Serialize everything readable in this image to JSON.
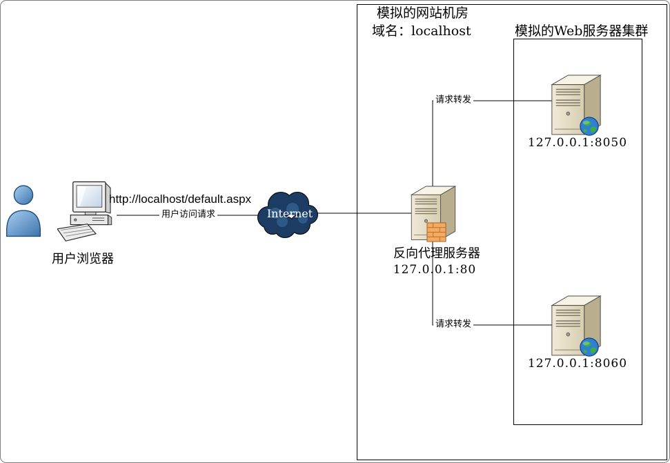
{
  "colors": {
    "person_blue": "#5b8fc9",
    "cloud_blue": "#1d3c63",
    "server_beige": "#e7dfc8",
    "globe_green": "#3fae3f",
    "globe_blue": "#2f7fd6",
    "panel_orange": "#f3aa63",
    "line_black": "#000000"
  },
  "icons": [
    "person-icon",
    "computer-icon",
    "internet-cloud-icon",
    "server-tower-icon",
    "globe-icon",
    "firewall-panel-icon"
  ],
  "client": {
    "label": "用户浏览器",
    "request_url": "http://localhost/default.aspx",
    "request_label": "用户访问请求"
  },
  "internet": {
    "label": "Internet"
  },
  "datacenter": {
    "title": "模拟的网站机房",
    "domain_label": "域名：localhost",
    "proxy": {
      "label": "反向代理服务器",
      "address": "127.0.0.1:80"
    },
    "forwarding": {
      "top": "请求转发",
      "bottom": "请求转发"
    },
    "cluster": {
      "title": "模拟的Web服务器集群",
      "servers": [
        {
          "address": "127.0.0.1:8050"
        },
        {
          "address": "127.0.0.1:8060"
        }
      ]
    }
  }
}
